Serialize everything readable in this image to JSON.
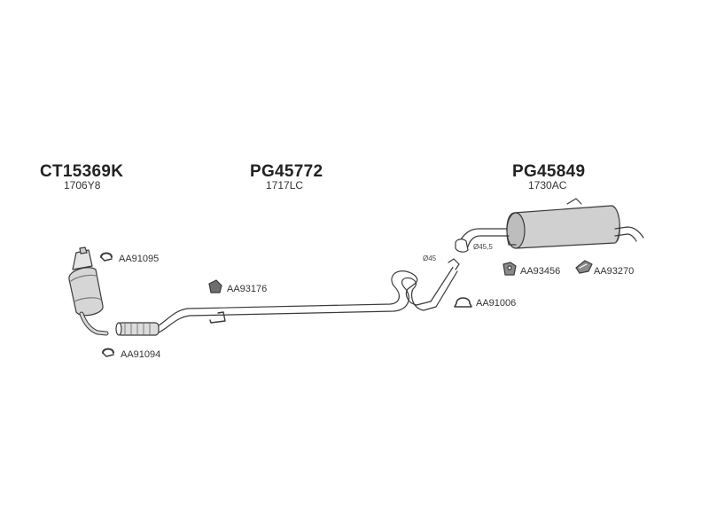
{
  "groups": [
    {
      "code": "CT15369K",
      "ref": "1706Y8"
    },
    {
      "code": "PG45772",
      "ref": "1717LC"
    },
    {
      "code": "PG45849",
      "ref": "1730AC"
    }
  ],
  "parts": {
    "clamp_upper": "AA91095",
    "clamp_lower": "AA91094",
    "mount_middle": "AA93176",
    "clamp_rear": "AA91006",
    "rubber_a": "AA93456",
    "rubber_b": "AA93270"
  },
  "dimensions": {
    "pipe_45": "Ø45",
    "pipe_45_5": "Ø45,5"
  },
  "colors": {
    "line": "#3a3a3a",
    "fill": "#d6d6d6",
    "fill_dark": "#9a9a9a"
  }
}
